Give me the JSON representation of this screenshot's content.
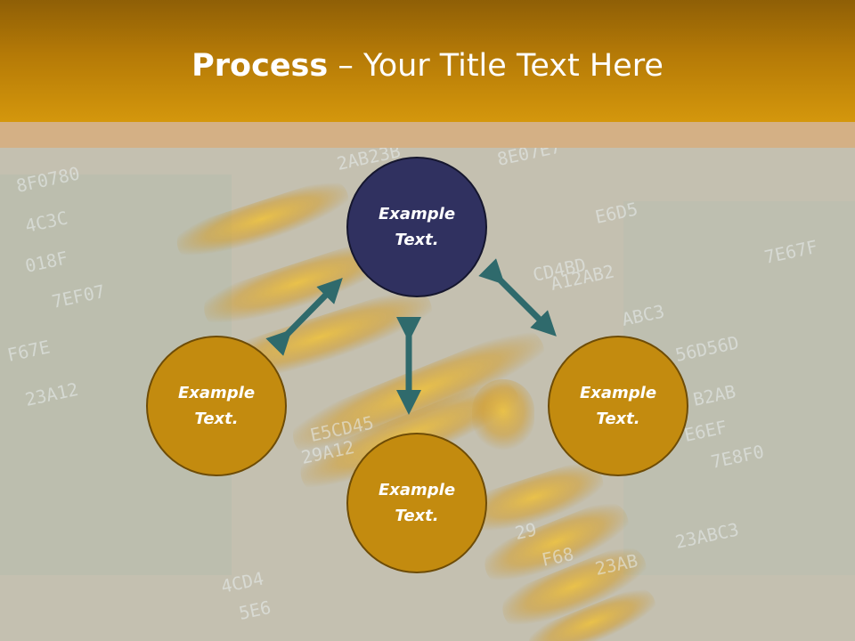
{
  "title": {
    "bold": "Process",
    "rest": " – Your Title Text Here"
  },
  "nodes": [
    {
      "text": "Example\nText.",
      "style": "navy"
    },
    {
      "text": "Example\nText.",
      "style": "gold"
    },
    {
      "text": "Example\nText.",
      "style": "gold"
    },
    {
      "text": "Example\nText.",
      "style": "gold"
    }
  ],
  "background_code": [
    "8F0780",
    "4C3C",
    "018F",
    "7EF07",
    "F67E",
    "23A12",
    "ABC3",
    "A12AB2",
    "56D56D",
    "E5CD45",
    "29A12",
    "B2AB",
    "E6EF",
    "7E8F0",
    "23AB",
    "23ABC3",
    "8E07E7",
    "CD4BD",
    "E6D5",
    "4CD4",
    "5E6",
    "29",
    "F68",
    "2AB23B",
    "7E67F"
  ],
  "colors": {
    "header": "#b57a07",
    "band": "#d4b085",
    "gold": "#c38b0f",
    "navy": "#303160",
    "arrow": "#2f6a6c"
  }
}
